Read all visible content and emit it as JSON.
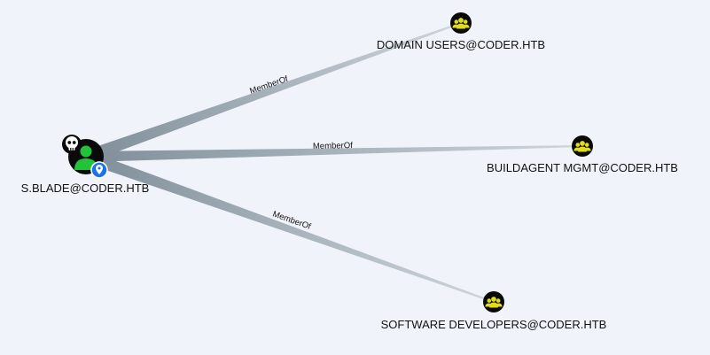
{
  "graph": {
    "source": {
      "label": "S.BLADE@CODER.HTB",
      "kind": "user",
      "icon": "user-icon",
      "badges": [
        "skull-icon",
        "pin-icon"
      ]
    },
    "targets": [
      {
        "label": "DOMAIN USERS@CODER.HTB",
        "kind": "group",
        "icon": "group-icon"
      },
      {
        "label": "BUILDAGENT MGMT@CODER.HTB",
        "kind": "group",
        "icon": "group-icon"
      },
      {
        "label": "SOFTWARE DEVELOPERS@CODER.HTB",
        "kind": "group",
        "icon": "group-icon"
      }
    ],
    "edges": [
      {
        "label": "MemberOf",
        "to": 0
      },
      {
        "label": "MemberOf",
        "to": 1
      },
      {
        "label": "MemberOf",
        "to": 2
      }
    ]
  },
  "colors": {
    "background": "#f0f4fa",
    "edge": "#7f8e99",
    "user_fill": "#22c23a",
    "node_bg": "#0a0a0a",
    "group_fill": "#e2dd1c",
    "pin": "#1a73e8"
  }
}
